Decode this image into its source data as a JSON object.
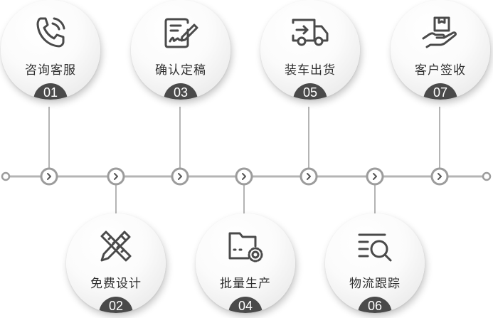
{
  "steps": [
    {
      "num": "01",
      "label": "咨询客服",
      "icon": "phone-icon"
    },
    {
      "num": "02",
      "label": "免费设计",
      "icon": "pencil-ruler-icon"
    },
    {
      "num": "03",
      "label": "确认定稿",
      "icon": "signed-document-icon"
    },
    {
      "num": "04",
      "label": "批量生产",
      "icon": "folder-gear-icon"
    },
    {
      "num": "05",
      "label": "装车出货",
      "icon": "delivery-truck-icon"
    },
    {
      "num": "06",
      "label": "物流跟踪",
      "icon": "list-search-icon"
    },
    {
      "num": "07",
      "label": "客户签收",
      "icon": "hand-package-icon"
    }
  ],
  "colors": {
    "line": "#b4b4b4",
    "node_ring": "#9c9c9c",
    "badge": "#4a4a4a",
    "icon": "#4a4a4a"
  },
  "node_icon": "chevron-right-icon"
}
